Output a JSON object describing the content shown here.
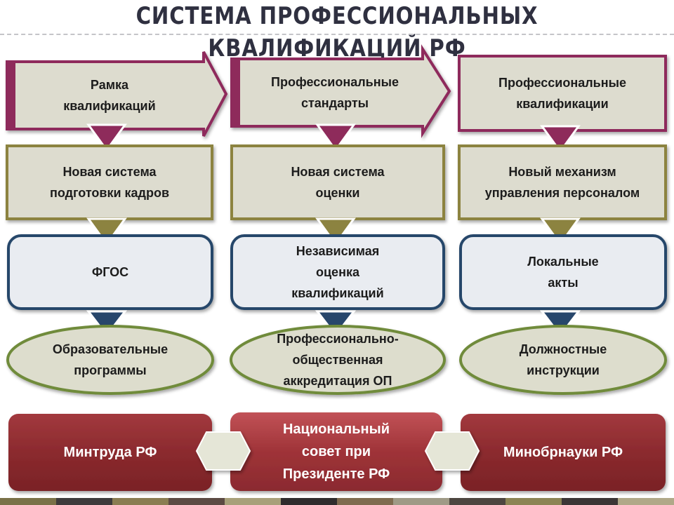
{
  "title": "СИСТЕМА ПРОФЕССИОНАЛЬНЫХ КВАЛИФИКАЦИЙ РФ",
  "colors": {
    "box_fill": "#dddccf",
    "plum": "#8e2b5b",
    "olive": "#8c8340",
    "navy": "#27466b",
    "green": "#6f8b3a",
    "oval_fill": "#ddddcd",
    "blue_box_fill": "#e9ecf1",
    "red": "#8b2a2e",
    "red_light": "#b94a4f",
    "hex_fill": "#e5e6d7"
  },
  "columns": [
    {
      "row1": "Рамка\nквалификаций",
      "row2": "Новая система\nподготовки кадров",
      "row3": "ФГОС",
      "row4": "Образовательные\nпрограммы"
    },
    {
      "row1": "Профессиональные\nстандарты",
      "row2": "Новая система\nоценки",
      "row3": "Независимая\nоценка\nквалификаций",
      "row4": "Профессионально-\nобщественная\nаккредитация ОП"
    },
    {
      "row1": "Профессиональные\nквалификации",
      "row2": "Новый механизм\nуправления персоналом",
      "row3": "Локальные\nакты",
      "row4": "Должностные\nинструкции"
    }
  ],
  "bottom": {
    "left": "Минтруда РФ",
    "center": "Национальный\nсовет при\nПрезиденте РФ",
    "right": "Минобрнауки РФ"
  },
  "strip_colors": [
    "#7a7148",
    "#3e3b3c",
    "#8a7d52",
    "#5c4a43",
    "#a8a07a",
    "#2f2c2d",
    "#7f6b4f",
    "#9f9a86",
    "#4d4640",
    "#8c8454",
    "#3b3535",
    "#b0a888"
  ]
}
